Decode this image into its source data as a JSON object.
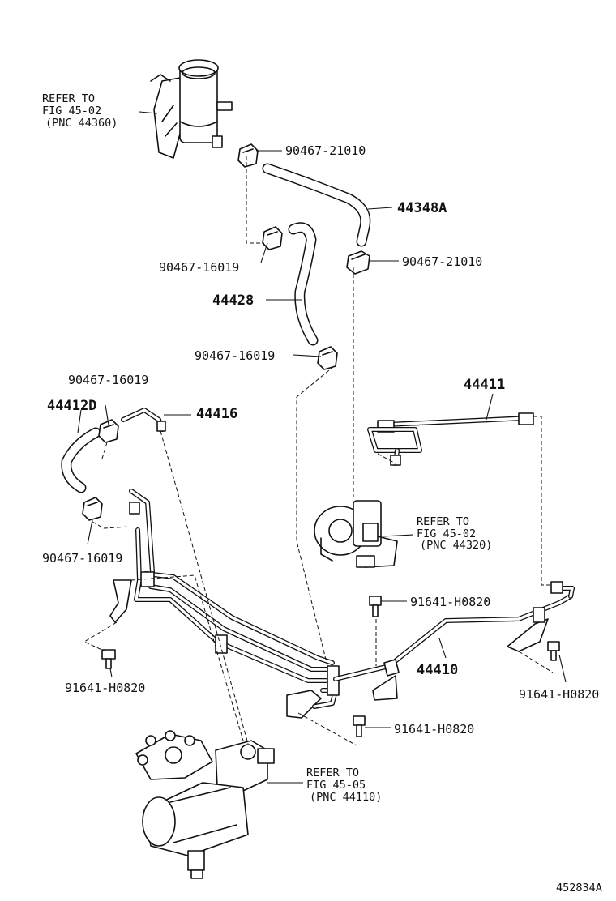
{
  "labels": {
    "reservoir_ref": [
      "REFER TO",
      "FIG 45-02",
      "(PNC 44360)"
    ],
    "pump_ref": [
      "REFER TO",
      "FIG 45-02",
      "(PNC 44320)"
    ],
    "gear_ref": [
      "REFER TO",
      "FIG 45-05",
      "(PNC 44110)"
    ],
    "clamp_upper_right": "90467-21010",
    "hose_return": "44348A",
    "clamp_mid_right": "90467-21010",
    "clamp_upper_left": "90467-16019",
    "hose_suction": "44428",
    "clamp_mid": "90467-16019",
    "clamp_left_top": "90467-16019",
    "hose_left": "44412D",
    "tube_short": "44416",
    "clamp_left_bottom": "90467-16019",
    "pressure_tube": "44411",
    "bolt_center": "91641-H0820",
    "return_tube": "44410",
    "bolt_left": "91641-H0820",
    "bolt_right": "91641-H0820",
    "bolt_bottom": "91641-H0820",
    "figure_id": "452834A"
  }
}
